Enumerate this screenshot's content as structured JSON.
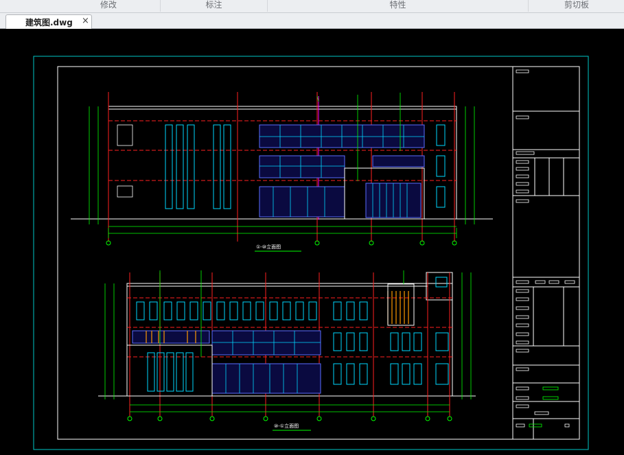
{
  "ribbon": {
    "tabs": [
      "修改",
      "标注",
      "特性",
      "剪切板"
    ]
  },
  "document": {
    "tab_label": "建筑图.dwg",
    "close_glyph": "×"
  },
  "colors": {
    "canvas_bg": "#000000",
    "frame": "#00c8c8",
    "sheet": "#ffffff",
    "axis": "#ff2020",
    "dimension": "#00ff00",
    "window": "#5a6cff",
    "mullion": "#00d8ff",
    "annotation": "#ffff00",
    "accent": "#ff9900",
    "magenta": "#ff00ff"
  },
  "drawing": {
    "elevation_top_title": "①-⑩立面图",
    "elevation_bottom_title": "⑩-①立面图"
  }
}
